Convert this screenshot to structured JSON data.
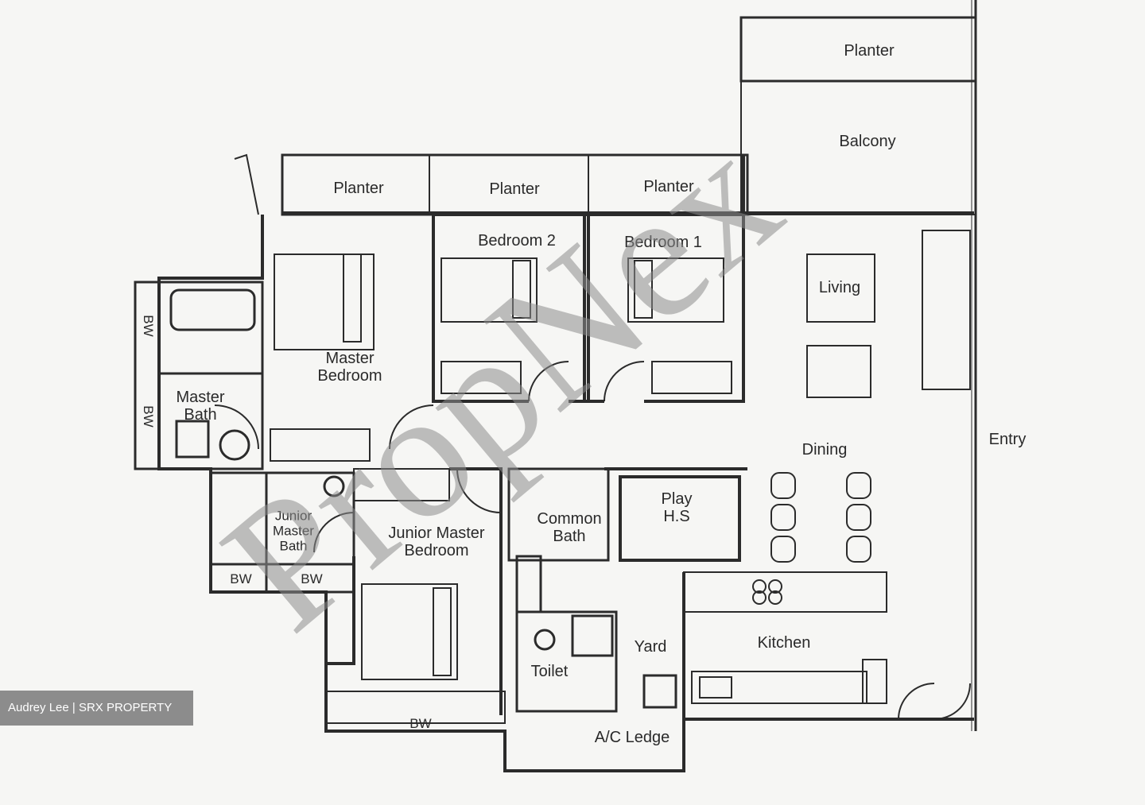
{
  "rooms": {
    "planter_top": "Planter",
    "balcony": "Balcony",
    "planter_1": "Planter",
    "planter_2": "Planter",
    "planter_3": "Planter",
    "bedroom_2": "Bedroom 2",
    "bedroom_1": "Bedroom 1",
    "living": "Living",
    "master_bedroom": "Master\nBedroom",
    "master_bath": "Master\nBath",
    "dining": "Dining",
    "entry": "Entry",
    "junior_master_bath": "Junior\nMaster\nBath",
    "junior_master_bedroom": "Junior Master\nBedroom",
    "common_bath": "Common\nBath",
    "play_hs": "Play\nH.S",
    "yard": "Yard",
    "kitchen": "Kitchen",
    "toilet": "Toilet",
    "ac_ledge": "A/C Ledge"
  },
  "bay_windows": {
    "bw_1": "BW",
    "bw_2": "BW",
    "bw_3": "BW",
    "bw_4": "BW",
    "bw_5": "BW"
  },
  "watermark": "PropNex",
  "credit": "Audrey Lee | SRX PROPERTY",
  "colors": {
    "line": "#2b2b2b",
    "background": "#f6f6f4",
    "watermark": "#8c8c8c",
    "credit_bg": "#6e6e6e"
  }
}
